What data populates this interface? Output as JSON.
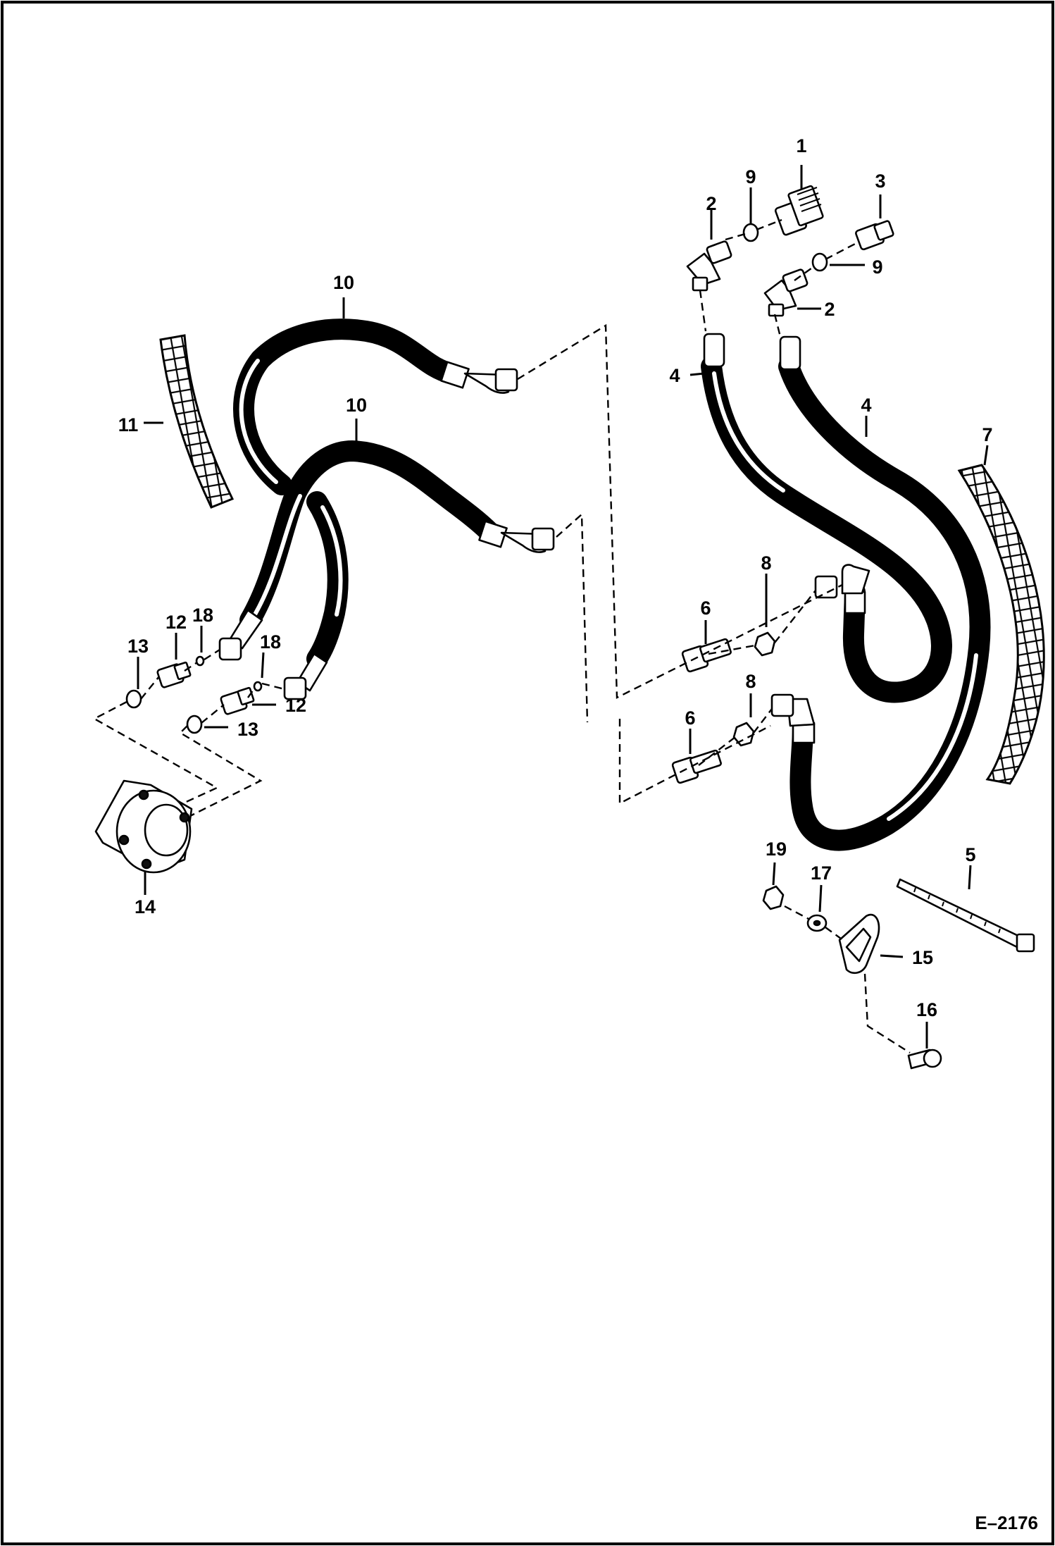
{
  "diagram": {
    "drawing_code": "E–2176",
    "callouts": [
      "1",
      "2",
      "2",
      "3",
      "4",
      "4",
      "5",
      "6",
      "6",
      "7",
      "8",
      "8",
      "9",
      "9",
      "10",
      "10",
      "11",
      "12",
      "12",
      "13",
      "13",
      "14",
      "15",
      "16",
      "17",
      "18",
      "18",
      "19"
    ]
  }
}
